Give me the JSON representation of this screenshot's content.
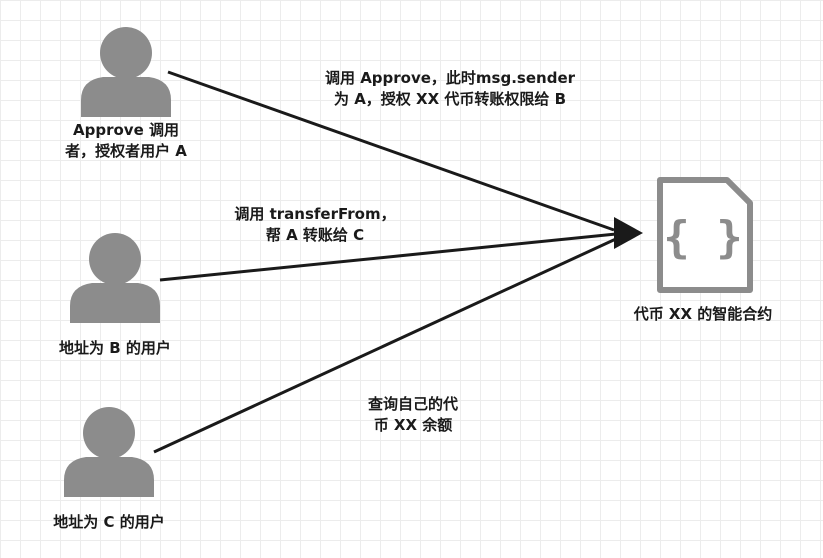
{
  "actors": [
    {
      "label_lines": [
        "Approve 调用",
        "者，授权者用户 A"
      ]
    },
    {
      "label_lines": [
        "地址为 B 的用户"
      ]
    },
    {
      "label_lines": [
        "地址为 C 的用户"
      ]
    }
  ],
  "contract": {
    "label": "代币 XX 的智能合约",
    "icon": "code-file-icon",
    "icon_glyph": "{ }"
  },
  "edges": [
    {
      "label_lines": [
        "调用 Approve，此时msg.sender",
        "为 A，授权 XX 代币转账权限给 B"
      ]
    },
    {
      "label_lines": [
        "调用 transferFrom，",
        "帮 A 转账给 C"
      ]
    },
    {
      "label_lines": [
        "查询自己的代",
        "币 XX 余额"
      ]
    }
  ],
  "colors": {
    "actor_fill": "#8c8c8c",
    "arrow": "#1a1a1a",
    "contract_stroke": "#8c8c8c",
    "grid": "#ececec",
    "text": "#1a1a1a"
  }
}
